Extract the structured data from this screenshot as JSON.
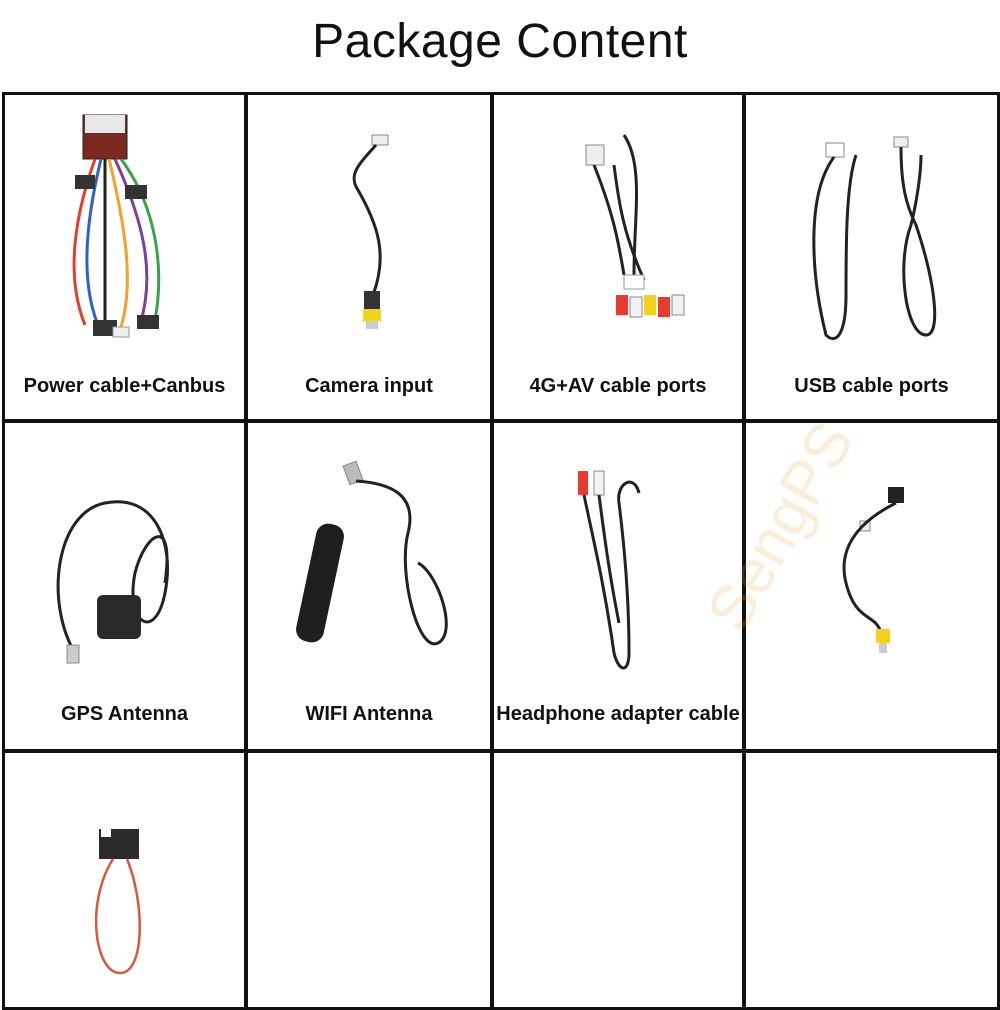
{
  "page": {
    "title": "Package Content"
  },
  "items": [
    {
      "label": "Power cable+Canbus",
      "icon": "power-harness-icon"
    },
    {
      "label": "Camera input",
      "icon": "camera-cable-icon"
    },
    {
      "label": "4G+AV cable ports",
      "icon": "av-cable-icon"
    },
    {
      "label": "USB cable ports",
      "icon": "usb-cable-icon"
    },
    {
      "label": "GPS Antenna",
      "icon": "gps-antenna-icon"
    },
    {
      "label": "WIFI Antenna",
      "icon": "wifi-antenna-icon"
    },
    {
      "label": "Headphone adapter cable",
      "icon": "headphone-cable-icon"
    },
    {
      "label": "",
      "icon": "rca-cable-icon"
    },
    {
      "label": "",
      "icon": "fiber-loop-cable-icon"
    },
    {
      "label": ""
    },
    {
      "label": ""
    },
    {
      "label": ""
    }
  ],
  "watermark": {
    "text": "SengPS"
  }
}
